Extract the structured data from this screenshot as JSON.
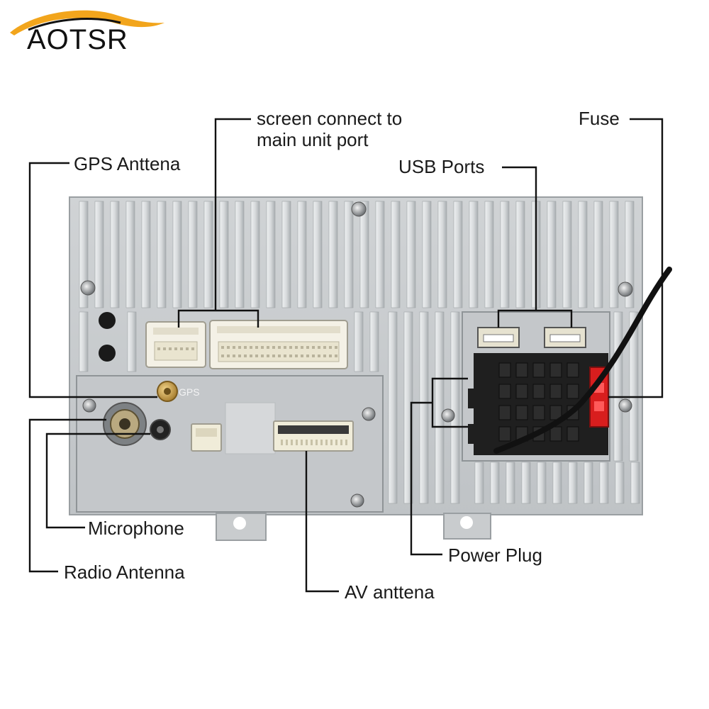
{
  "brand": {
    "name": "AOTSR"
  },
  "labels": {
    "screen_connect_line1": "screen connect to",
    "screen_connect_line2": "main unit port",
    "fuse": "Fuse",
    "gps_antenna": "GPS Anttena",
    "usb_ports": "USB Ports",
    "microphone": "Microphone",
    "radio_antenna": "Radio Antenna",
    "av_antenna": "AV anttena",
    "power_plug": "Power Plug",
    "gps_silkscreen": "GPS"
  },
  "colors": {
    "panel": "#c9ccce",
    "panel_dark": "#9ea3a6",
    "connector_white": "#f4f1e6",
    "connector_cream": "#e9e4cf",
    "black_plug": "#1f1f1f",
    "fuse_red": "#d81e1e",
    "gold": "#c99a3a",
    "logo_swoosh": "#f2a51c",
    "leader": "#111111"
  }
}
